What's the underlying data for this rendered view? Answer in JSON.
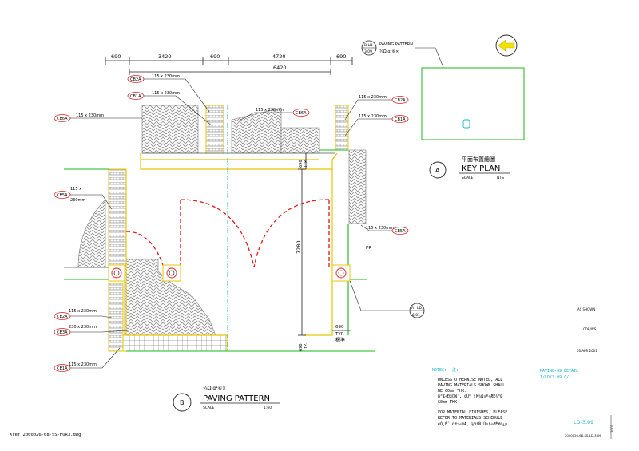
{
  "dimensions": {
    "top": [
      "690",
      "3420",
      "690",
      "4720",
      "690"
    ],
    "overall": "6420",
    "vertical": "7280",
    "right_690": "690",
    "right_typ": "TYP.",
    "right_typ_cn": "標準",
    "left_690": "690",
    "left_typ": "TYP.",
    "bottom_690": "690",
    "bottom_typ": "TYP."
  },
  "tags": {
    "cb2a": "CB2A",
    "cb1a": "CB1A",
    "cb6a": "CB6A",
    "cb5a": "CB5A",
    "cb3a": "CB3A"
  },
  "sizes": {
    "s115": "115 x 230mm",
    "s115_mm": "115 x 230mm",
    "s230": "230 x 230mm",
    "s115_wrap_a": "115 x",
    "s115_wrap_b": "230mm"
  },
  "callout_pattern": {
    "num": "B LD",
    "sheet": "3.09",
    "title": "PAVING PATTERN",
    "title_cn": "¾Ω|α¹⑥×"
  },
  "callout_a": {
    "letter": "A",
    "sheet": "LD",
    "num": "6.01"
  },
  "pr_label": "PR",
  "key_plan": {
    "title_cn": "平面布置總圖",
    "title": "KEY PLAN",
    "letter": "A",
    "scale_label": "SCALE",
    "scale": "NTS"
  },
  "paving_title": {
    "letter": "B",
    "title_cn": "¾Ω|α¹⑥×",
    "title": "PAVING PATTERN",
    "scale_label": "SCALE",
    "scale": "1:60"
  },
  "notes": {
    "heading": "NOTES:",
    "heading_cn": "註:",
    "line1": "UNLESS OTHERWISE NOTED, ALL",
    "line2": "PAVING MATERIALS SHOWN SHALL",
    "line3": "BE 60mm THK.",
    "line4": "β°£«Đ©ÔW²,  ©Ù™ ¦K¼Ω¤ª«ÆÈ¾°Ø",
    "line5": "60mm THK.",
    "line6": "FOR MATERIAL FINISHES, PLEASE",
    "line7": "REFER TO MATERIALS SCHEDULE",
    "line8": "©Ò¸É˜ ©ª×«ëÆ,  ½ÐªÑ·Ù¤ª«ÆÈ¥©¿µ"
  },
  "detail_ref": {
    "line1": "PAVING-09 DETAIL",
    "line2": "1/LD/3.09  C/1"
  },
  "title_block": {
    "as_shown": "AS SHOWN",
    "scale_small": "CDE/WS",
    "date": "03 APR 2001",
    "sheet": "LD-3.09",
    "drawing_no": "2000026-68-SS-LD-3.09",
    "rev": "2001"
  },
  "xref": "Xref 2000026-68-SS-HOR3.dwg",
  "colors": {
    "green": "#1cb51c",
    "yellow": "#e6c800",
    "red": "#e01818",
    "cyan": "#18b4c8",
    "grey": "#7f7f7f",
    "line": "#222222"
  }
}
